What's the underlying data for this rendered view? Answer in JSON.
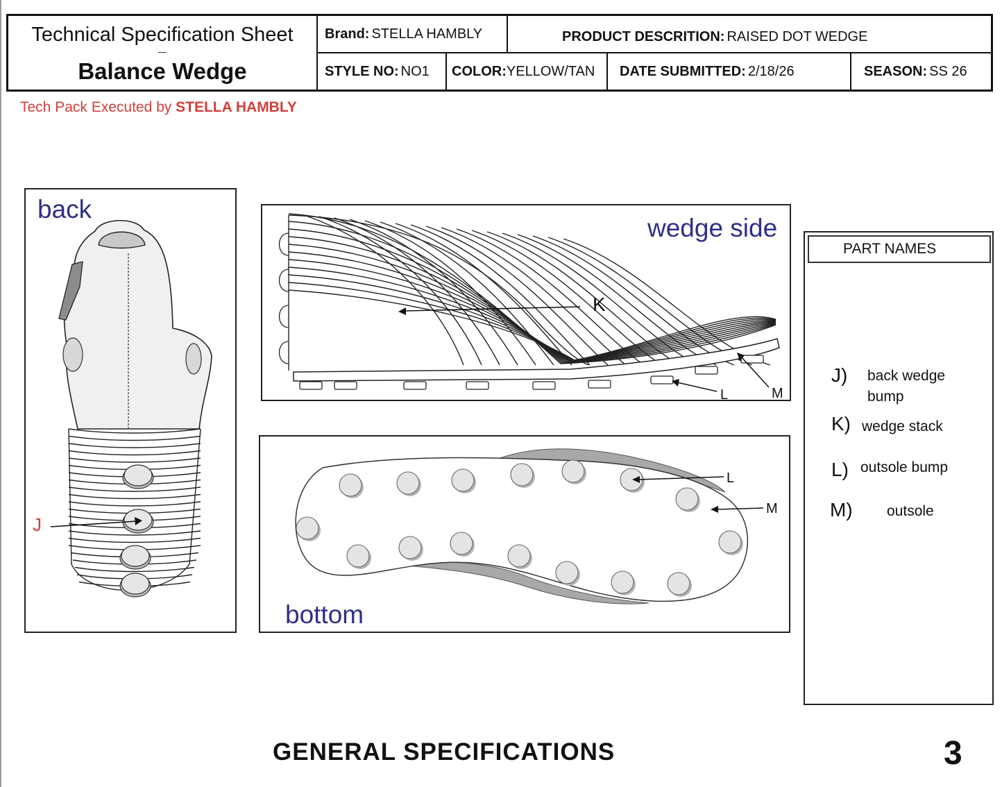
{
  "header": {
    "title_line1": "Technical Specification Sheet",
    "title_line2": "Balance Wedge",
    "brand_label": "Brand:",
    "brand_value": "STELLA HAMBLY",
    "product_label": "PRODUCT DESCRITION:",
    "product_value": "RAISED DOT WEDGE",
    "style_label": "STYLE NO:",
    "style_value": "NO1",
    "color_label": "COLOR:",
    "color_value": "YELLOW/TAN",
    "date_label": "DATE SUBMITTED:",
    "date_value": "2/18/26",
    "season_label": "SEASON:",
    "season_value": "SS 26"
  },
  "executed": {
    "prefix": "Tech Pack Executed by",
    "name": "STELLA HAMBLY"
  },
  "views": {
    "back": {
      "label": "back",
      "callout": "J"
    },
    "side": {
      "label": "wedge side",
      "callouts": [
        "K",
        "L",
        "M"
      ]
    },
    "bottom": {
      "label": "bottom",
      "callouts": [
        "L",
        "M"
      ]
    }
  },
  "parts": {
    "title": "PART NAMES",
    "items": [
      {
        "letter": "J)",
        "name": "back wedge bump"
      },
      {
        "letter": "K)",
        "name": "wedge stack"
      },
      {
        "letter": "L)",
        "name": "outsole bump"
      },
      {
        "letter": "M)",
        "name": "outsole"
      }
    ]
  },
  "footer": {
    "section": "GENERAL SPECIFICATIONS",
    "page": "3"
  },
  "colors": {
    "view_label": "#2f2f86",
    "accent_red": "#d0403b"
  }
}
